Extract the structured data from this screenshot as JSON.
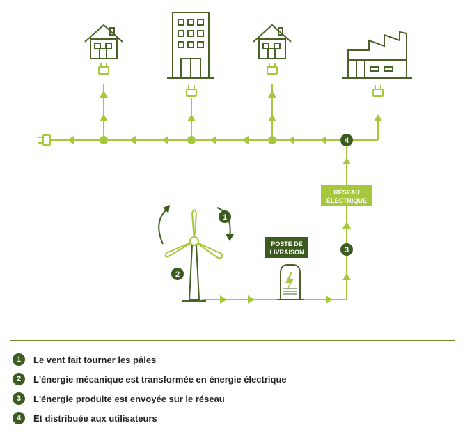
{
  "colors": {
    "lime": "#a6c83c",
    "dark_green": "#3c5b1e",
    "line_dark": "#3c5b1e",
    "building_stroke": "#4a6128"
  },
  "icons": {
    "house": "house-icon",
    "office": "office-building-icon",
    "factory": "factory-icon",
    "plug": "plug-icon",
    "wind_turbine": "wind-turbine-icon",
    "transformer": "delivery-station-icon"
  },
  "steps": {
    "one": "1",
    "two": "2",
    "three": "3",
    "four": "4"
  },
  "labels": {
    "poste_line1": "POSTE DE",
    "poste_line2": "LIVRAISON",
    "reseau_line1": "RÉSEAU",
    "reseau_line2": "ÉLECTRIQUE"
  },
  "legend": [
    {
      "num": "1",
      "text": "Le vent fait tourner les pâles"
    },
    {
      "num": "2",
      "text": "L'énergie mécanique est transformée en énergie électrique"
    },
    {
      "num": "3",
      "text": "L'énergie produite est envoyée sur le réseau"
    },
    {
      "num": "4",
      "text": "Et distribuée aux utilisateurs"
    }
  ]
}
